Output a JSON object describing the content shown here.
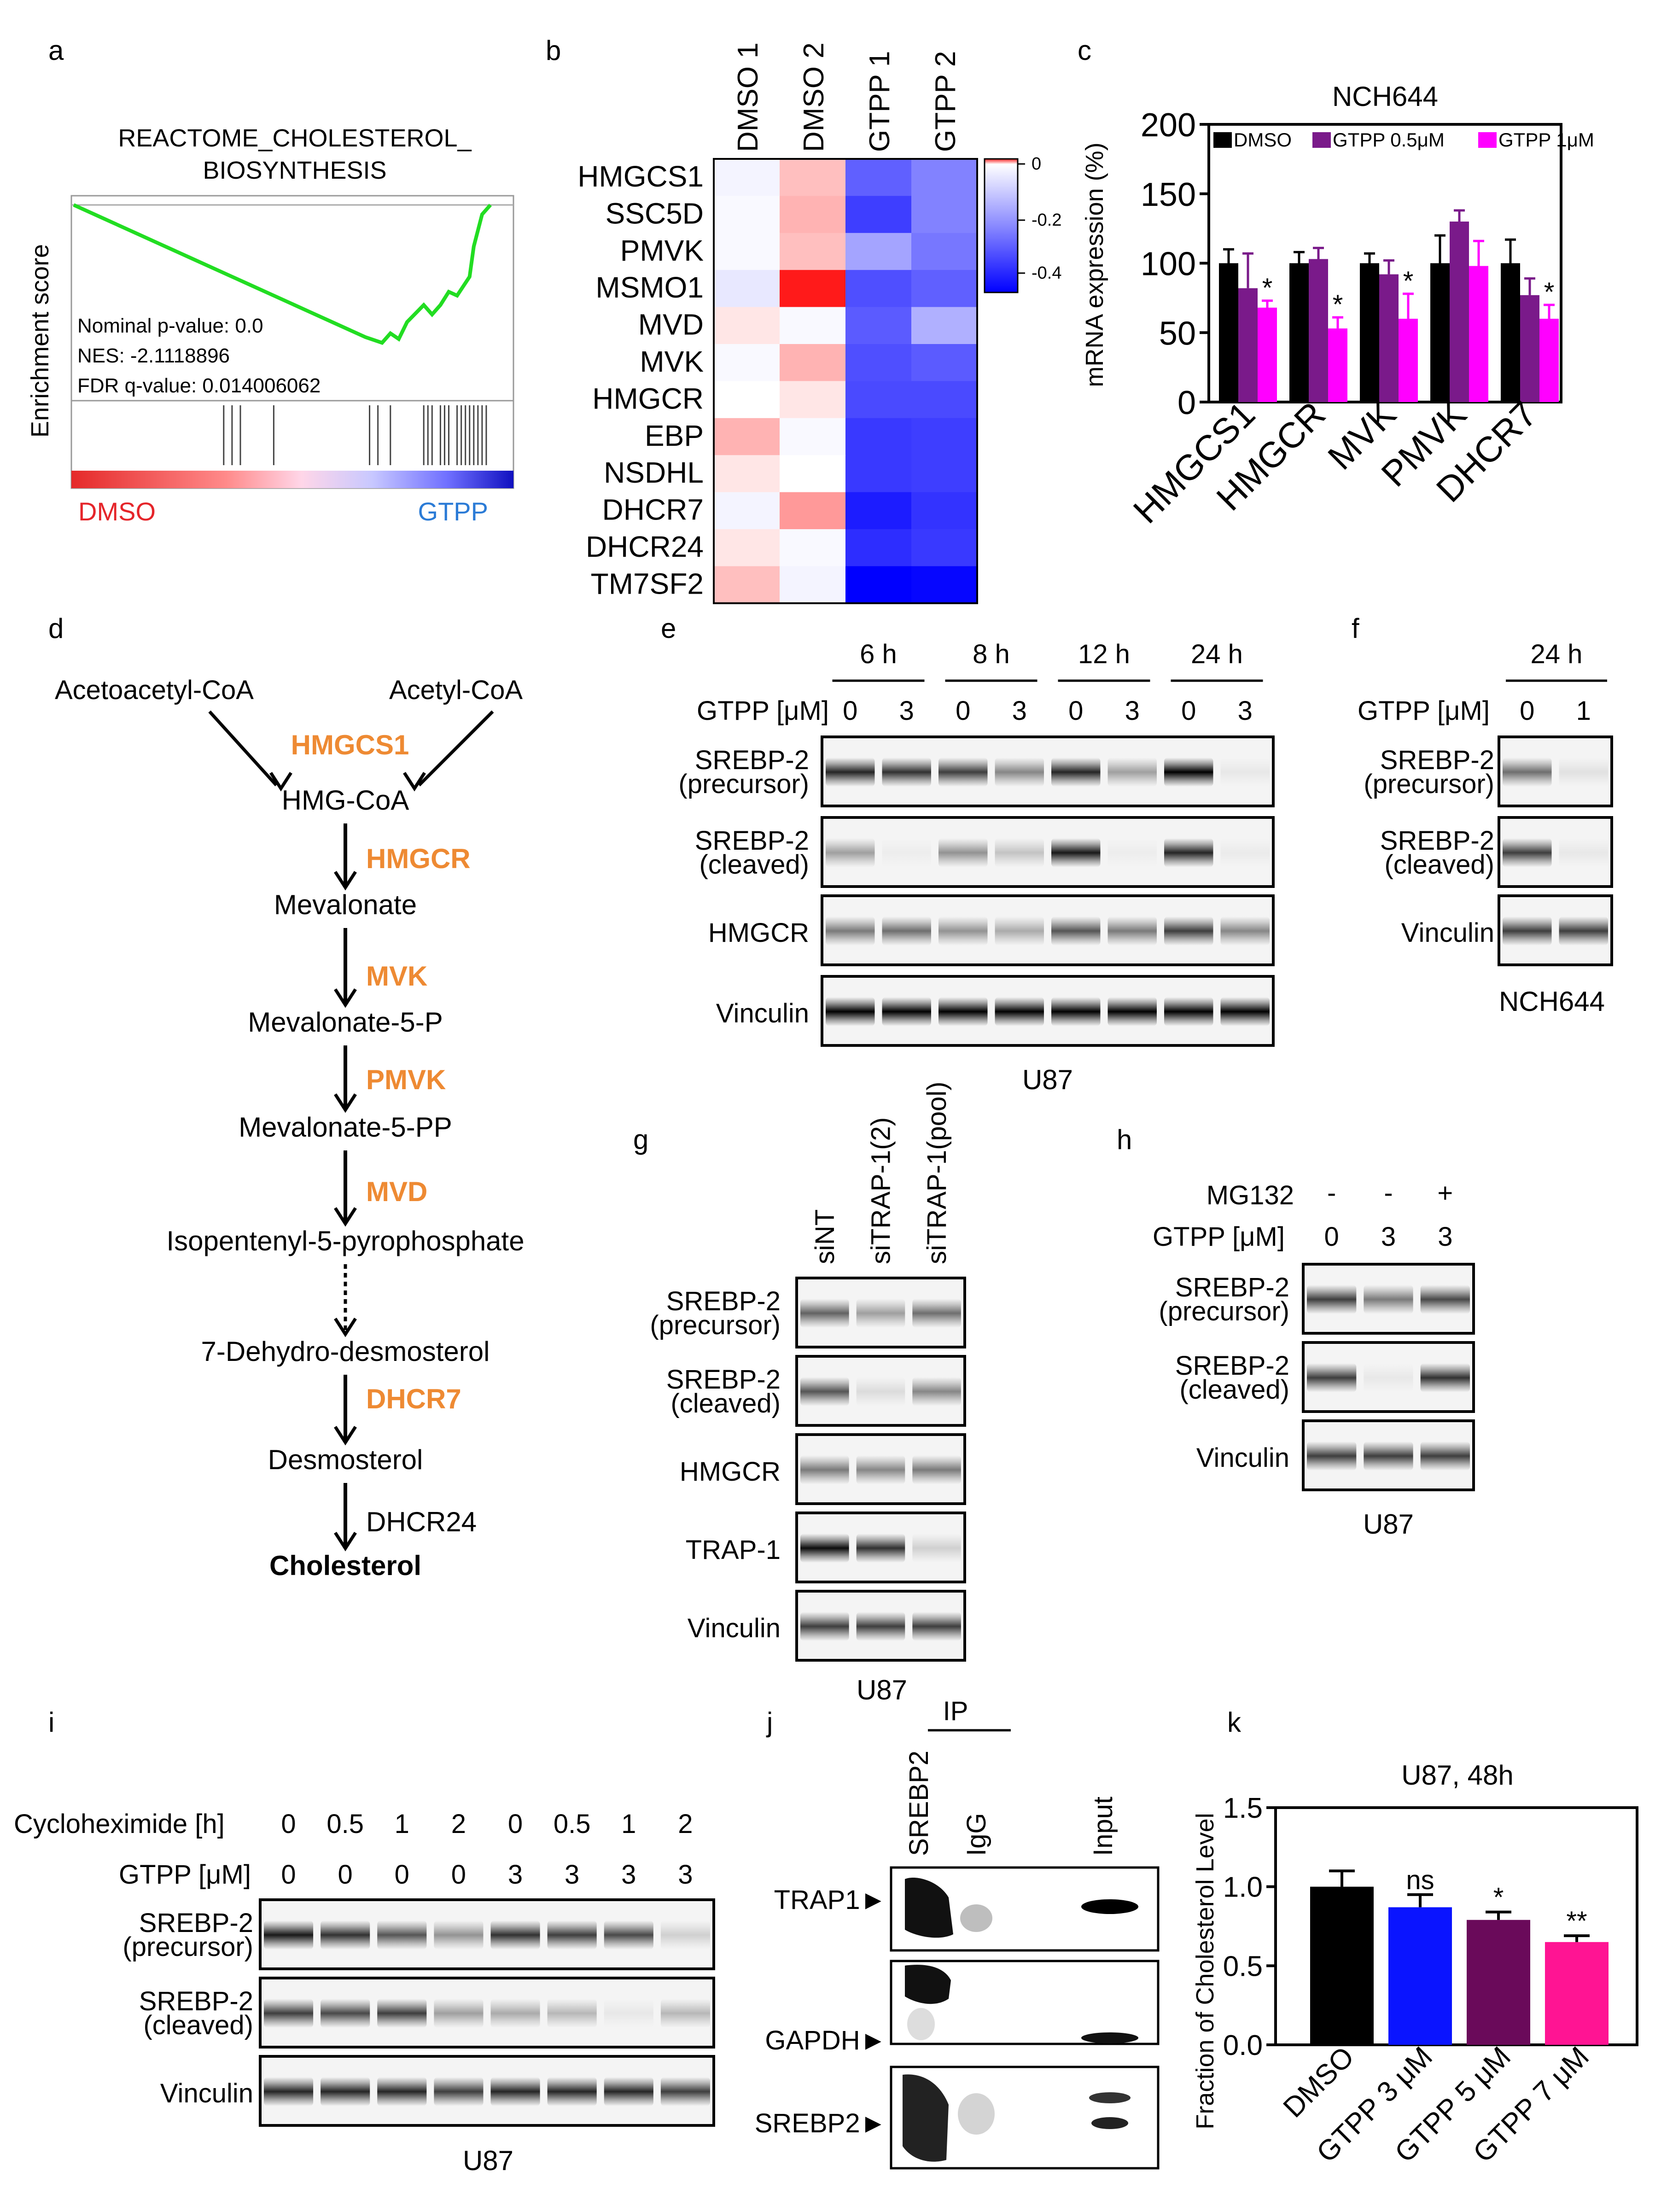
{
  "panel_letters": [
    "a",
    "b",
    "c",
    "d",
    "e",
    "f",
    "g",
    "h",
    "i",
    "j",
    "k"
  ],
  "colors": {
    "dmso_red": "#e5252a",
    "gtpp_blue": "#2b7bd6",
    "enrichment_green": "#22dd22",
    "pathway_orange": "#ee8a33",
    "dmso_black": "#000000",
    "gtpp_purple": "#7a1a8a",
    "gtpp_magenta": "#ff00ff",
    "k_blue": "#0a14ff",
    "k_plum": "#6a0a5a",
    "k_pink": "#ff1493"
  },
  "panel_a": {
    "title_line1": "REACTOME_CHOLESTEROL_",
    "title_line2": "BIOSYNTHESIS",
    "ylabel": "Enrichment score",
    "stat_pvalue": "Nominal p-value: 0.0",
    "stat_nes": "NES: -2.1118896",
    "stat_fdr": "FDR q-value: 0.014006062",
    "label_left": "DMSO",
    "label_right": "GTPP",
    "es_curve": [
      [
        0,
        1.0
      ],
      [
        0.07,
        0.93
      ],
      [
        0.14,
        0.86
      ],
      [
        0.21,
        0.79
      ],
      [
        0.28,
        0.72
      ],
      [
        0.35,
        0.65
      ],
      [
        0.42,
        0.58
      ],
      [
        0.49,
        0.51
      ],
      [
        0.56,
        0.44
      ],
      [
        0.63,
        0.37
      ],
      [
        0.7,
        0.3
      ],
      [
        0.74,
        0.27
      ],
      [
        0.76,
        0.32
      ],
      [
        0.78,
        0.29
      ],
      [
        0.8,
        0.38
      ],
      [
        0.84,
        0.47
      ],
      [
        0.86,
        0.42
      ],
      [
        0.88,
        0.47
      ],
      [
        0.9,
        0.54
      ],
      [
        0.92,
        0.52
      ],
      [
        0.95,
        0.62
      ],
      [
        0.96,
        0.78
      ],
      [
        0.98,
        0.95
      ],
      [
        1.0,
        1.0
      ]
    ],
    "hit_positions": [
      0.36,
      0.38,
      0.4,
      0.48,
      0.71,
      0.73,
      0.76,
      0.84,
      0.85,
      0.86,
      0.88,
      0.89,
      0.9,
      0.92,
      0.93,
      0.94,
      0.95,
      0.96,
      0.97,
      0.98,
      0.99
    ]
  },
  "panel_b": {
    "columns": [
      "DMSO 1",
      "DMSO 2",
      "GTPP 1",
      "GTPP 2"
    ],
    "rows": [
      "HMGCS1",
      "SSC5D",
      "PMVK",
      "MSMO1",
      "MVD",
      "MVK",
      "HMGCR",
      "EBP",
      "NSDHL",
      "DHCR7",
      "DHCR24",
      "TM7SF2"
    ],
    "values": [
      [
        -0.02,
        0.05,
        -0.28,
        -0.22
      ],
      [
        -0.01,
        0.06,
        -0.34,
        -0.22
      ],
      [
        -0.01,
        0.05,
        -0.16,
        -0.24
      ],
      [
        -0.04,
        0.18,
        -0.31,
        -0.28
      ],
      [
        0.02,
        -0.01,
        -0.29,
        -0.14
      ],
      [
        -0.01,
        0.06,
        -0.31,
        -0.29
      ],
      [
        0.0,
        0.02,
        -0.32,
        -0.32
      ],
      [
        0.06,
        -0.01,
        -0.35,
        -0.34
      ],
      [
        0.02,
        0.0,
        -0.35,
        -0.34
      ],
      [
        -0.02,
        0.08,
        -0.4,
        -0.36
      ],
      [
        0.02,
        -0.01,
        -0.37,
        -0.35
      ],
      [
        0.05,
        -0.02,
        -0.45,
        -0.44
      ]
    ],
    "colorbar_ticks": [
      "0",
      "-0.2",
      "-0.4"
    ]
  },
  "chart_data": {
    "type": "bar",
    "title": "NCH644",
    "xlabel": "",
    "ylabel": "mRNA expression (%)",
    "ylim": [
      0,
      200
    ],
    "yticks": [
      "0",
      "50",
      "100",
      "150",
      "200"
    ],
    "categories": [
      "HMGCS1",
      "HMGCR",
      "MVK",
      "PMVK",
      "DHCR7"
    ],
    "series": [
      {
        "name": "DMSO",
        "values": [
          100,
          100,
          100,
          100,
          100
        ],
        "errors": [
          10,
          8,
          7,
          20,
          17
        ]
      },
      {
        "name": "GTPP 0.5μM",
        "values": [
          82,
          103,
          92,
          130,
          77
        ],
        "errors": [
          25,
          8,
          10,
          8,
          12
        ]
      },
      {
        "name": "GTPP 1μM",
        "values": [
          68,
          53,
          60,
          98,
          60
        ],
        "errors": [
          5,
          8,
          18,
          18,
          10
        ]
      }
    ],
    "significance": [
      "*",
      "*",
      "*",
      "",
      "*"
    ],
    "legend_position": "top"
  },
  "panel_d": {
    "substrate_left": "Acetoacetyl-CoA",
    "substrate_right": "Acetyl-CoA",
    "steps": [
      {
        "enzyme": "HMGCS1",
        "product": "HMG-CoA"
      },
      {
        "enzyme": "HMGCR",
        "product": "Mevalonate"
      },
      {
        "enzyme": "MVK",
        "product": "Mevalonate-5-P"
      },
      {
        "enzyme": "PMVK",
        "product": "Mevalonate-5-PP"
      },
      {
        "enzyme": "MVD",
        "product": "Isopentenyl-5-pyrophosphate"
      },
      {
        "enzyme": "",
        "product": "7-Dehydro-desmosterol"
      },
      {
        "enzyme": "DHCR7",
        "product": "Desmosterol"
      },
      {
        "enzyme": "DHCR24",
        "product": "Cholesterol"
      }
    ]
  },
  "panel_e": {
    "time_labels": [
      "6 h",
      "8 h",
      "12 h",
      "24 h"
    ],
    "gtpp_label": "GTPP [μM]",
    "doses": [
      "0",
      "3",
      "0",
      "3",
      "0",
      "3",
      "0",
      "3"
    ],
    "blot_rows": [
      {
        "l1": "SREBP-2",
        "l2": "(precursor)",
        "intensity": [
          0.85,
          0.8,
          0.75,
          0.45,
          0.85,
          0.35,
          1.0,
          0.05
        ]
      },
      {
        "l1": "SREBP-2",
        "l2": "(cleaved)",
        "intensity": [
          0.35,
          0.03,
          0.4,
          0.2,
          0.9,
          0.03,
          0.85,
          0.04
        ]
      },
      {
        "l1": "HMGCR",
        "l2": "",
        "intensity": [
          0.5,
          0.55,
          0.4,
          0.3,
          0.65,
          0.5,
          0.75,
          0.45
        ]
      },
      {
        "l1": "Vinculin",
        "l2": "",
        "intensity": [
          1,
          1,
          1,
          1,
          1,
          1,
          1,
          1
        ]
      }
    ],
    "cell_line": "U87"
  },
  "panel_f": {
    "time_label": "24 h",
    "gtpp_label": "GTPP [μM]",
    "doses": [
      "0",
      "1"
    ],
    "blot_rows": [
      {
        "l1": "SREBP-2",
        "l2": "(precursor)",
        "intensity": [
          0.55,
          0.08
        ]
      },
      {
        "l1": "SREBP-2",
        "l2": "(cleaved)",
        "intensity": [
          0.75,
          0.05
        ]
      },
      {
        "l1": "Vinculin",
        "l2": "",
        "intensity": [
          0.75,
          0.75
        ]
      }
    ],
    "cell_line": "NCH644"
  },
  "panel_g": {
    "conditions": [
      "siNT",
      "siTRAP-1(2)",
      "siTRAP-1(pool)"
    ],
    "blot_rows": [
      {
        "l1": "SREBP-2",
        "l2": "(precursor)",
        "intensity": [
          0.6,
          0.35,
          0.55
        ]
      },
      {
        "l1": "SREBP-2",
        "l2": "(cleaved)",
        "intensity": [
          0.65,
          0.1,
          0.45
        ]
      },
      {
        "l1": "HMGCR",
        "l2": "",
        "intensity": [
          0.5,
          0.45,
          0.5
        ]
      },
      {
        "l1": "TRAP-1",
        "l2": "",
        "intensity": [
          0.95,
          0.8,
          0.15
        ]
      },
      {
        "l1": "Vinculin",
        "l2": "",
        "intensity": [
          0.75,
          0.75,
          0.75
        ]
      }
    ],
    "cell_line": "U87"
  },
  "panel_h": {
    "mg132_label": "MG132",
    "mg132": [
      "-",
      "-",
      "+"
    ],
    "gtpp_label": "GTPP [μM]",
    "doses": [
      "0",
      "3",
      "3"
    ],
    "blot_rows": [
      {
        "l1": "SREBP-2",
        "l2": "(precursor)",
        "intensity": [
          0.75,
          0.5,
          0.7
        ]
      },
      {
        "l1": "SREBP-2",
        "l2": "(cleaved)",
        "intensity": [
          0.75,
          0.05,
          0.8
        ]
      },
      {
        "l1": "Vinculin",
        "l2": "",
        "intensity": [
          0.75,
          0.75,
          0.75
        ]
      }
    ],
    "cell_line": "U87"
  },
  "panel_i": {
    "chx_label": "Cycloheximide [h]",
    "chx": [
      "0",
      "0.5",
      "1",
      "2",
      "0",
      "0.5",
      "1",
      "2"
    ],
    "gtpp_label": "GTPP [μM]",
    "doses": [
      "0",
      "0",
      "0",
      "0",
      "3",
      "3",
      "3",
      "3"
    ],
    "blot_rows": [
      {
        "l1": "SREBP-2",
        "l2": "(precursor)",
        "intensity": [
          0.9,
          0.8,
          0.65,
          0.4,
          0.8,
          0.75,
          0.7,
          0.15
        ]
      },
      {
        "l1": "SREBP-2",
        "l2": "(cleaved)",
        "intensity": [
          0.75,
          0.7,
          0.75,
          0.35,
          0.3,
          0.25,
          0.05,
          0.25
        ]
      },
      {
        "l1": "Vinculin",
        "l2": "",
        "intensity": [
          0.85,
          0.85,
          0.85,
          0.75,
          0.85,
          0.85,
          0.85,
          0.75
        ]
      }
    ],
    "cell_line": "U87"
  },
  "panel_j": {
    "ip_label": "IP",
    "lanes": [
      "SREBP2",
      "IgG",
      "Input"
    ],
    "rows": [
      "TRAP1►",
      "GAPDH►",
      "SREBP2►"
    ]
  },
  "panel_k": {
    "chart_data": {
      "type": "bar",
      "title": "U87, 48h",
      "xlabel": "",
      "ylabel": "Fraction of Cholesterol Level",
      "ylim": [
        0,
        1.5
      ],
      "yticks": [
        "0.0",
        "0.5",
        "1.0",
        "1.5"
      ],
      "categories": [
        "DMSO",
        "GTPP 3 μM",
        "GTPP 5 μM",
        "GTPP 7 μM"
      ],
      "values": [
        1.0,
        0.87,
        0.79,
        0.65
      ],
      "errors": [
        0.1,
        0.08,
        0.05,
        0.04
      ],
      "significance": [
        "",
        "ns",
        "*",
        "**"
      ]
    }
  }
}
